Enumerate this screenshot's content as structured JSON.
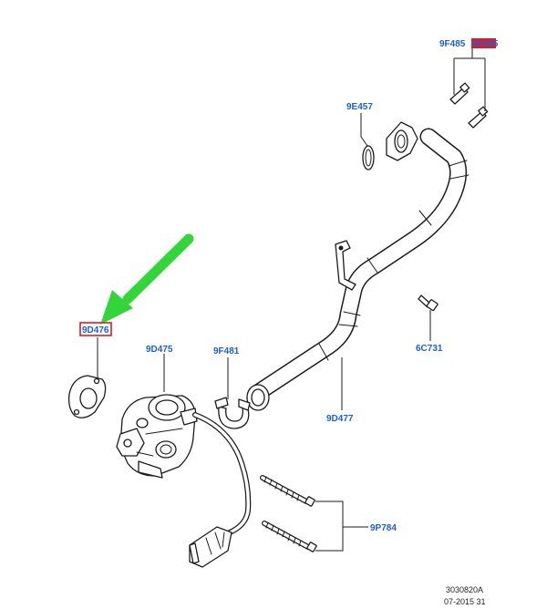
{
  "labels": {
    "l_9f485": "9F485",
    "l_9f485_b": "9F485",
    "l_9e457": "9E457",
    "l_6c731": "6C731",
    "l_9d476": "9D476",
    "l_9d475": "9D475",
    "l_9f481": "9F481",
    "l_9d477": "9D477",
    "l_9p784": "9P784"
  },
  "footer": {
    "drawing_number": "3030820A",
    "date": "07-2015 31"
  },
  "colors": {
    "label_blue": "#1a5fd6",
    "highlight_red": "#e11b22",
    "arrow_green": "#33d63a",
    "line": "#1b1b1b"
  },
  "highlighted_parts": [
    "9D476",
    "9F485"
  ],
  "icons": [
    "green-arrow-icon"
  ]
}
